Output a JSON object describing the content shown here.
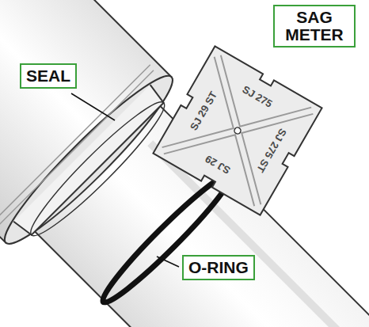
{
  "diagram": {
    "nodes": [
      {
        "text": [
          "SAG METER"
        ]
      },
      {
        "text": [
          "SEAL"
        ]
      },
      {
        "text": [
          "O-RING"
        ]
      }
    ],
    "labels": [
      "SJ 29 ST",
      "SJ 275",
      "SJ 29",
      "SJ 275 ST"
    ]
  }
}
